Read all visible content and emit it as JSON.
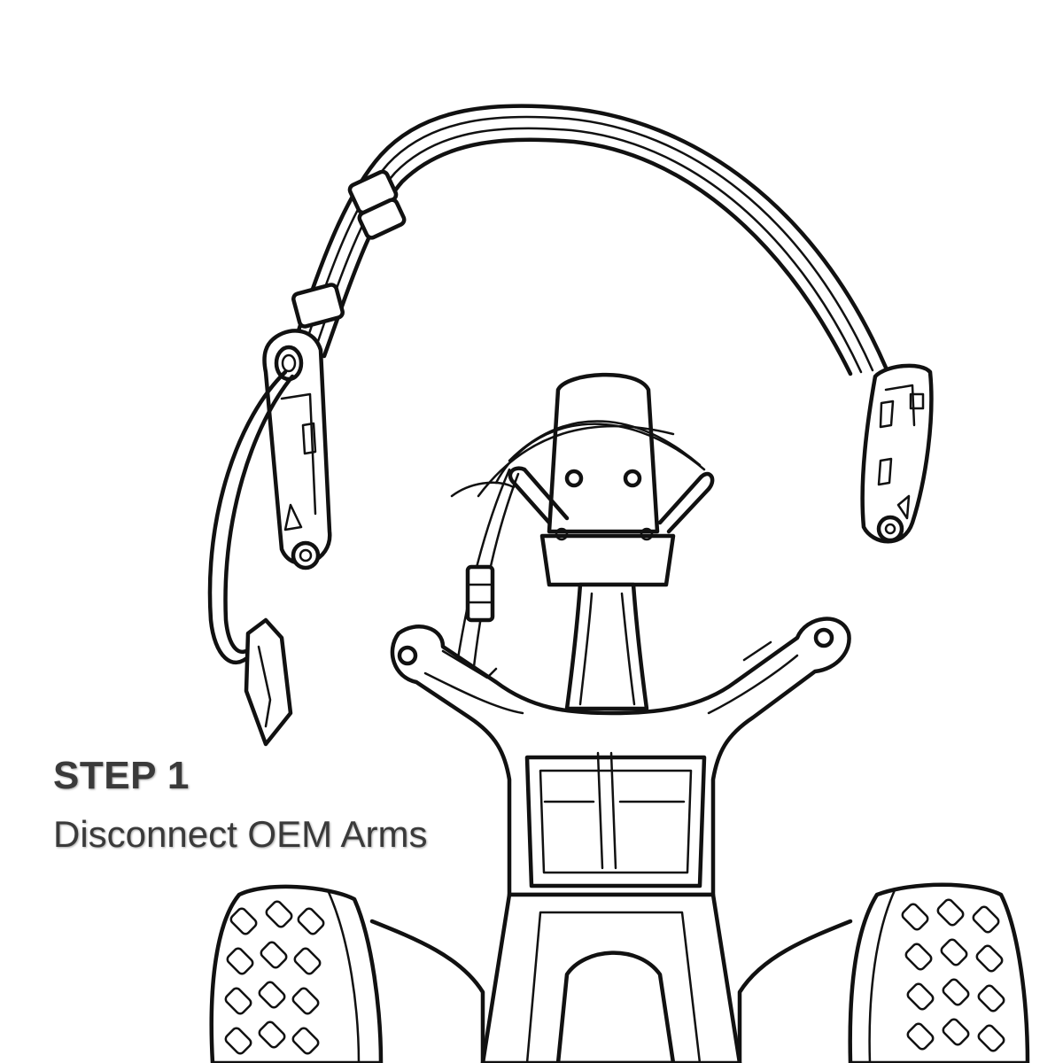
{
  "step": {
    "title": "STEP 1",
    "subtitle": "Disconnect OEM Arms"
  },
  "colors": {
    "ink": "#111111",
    "caption": "#3a3a3a",
    "background": "#ffffff"
  },
  "icons": {
    "illustration": "golf-trolley-arms-line-drawing"
  }
}
